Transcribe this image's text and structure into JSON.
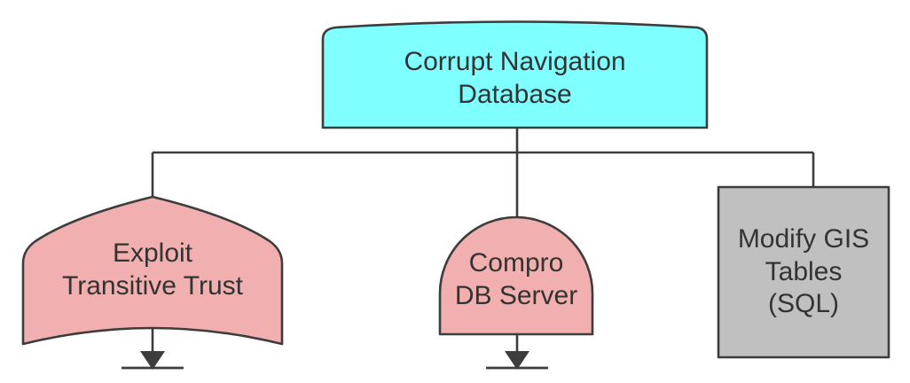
{
  "diagram": {
    "type": "attack-tree",
    "title_node": "Corrupt Navigation Database",
    "palette": {
      "root_fill": "#7FFFFF",
      "leaf_fill": "#F2AFAF",
      "box_fill": "#C0C0C0",
      "stroke": "#3D3D3D",
      "text": "#333333",
      "background": "#FFFFFF"
    },
    "nodes": [
      {
        "id": "root",
        "shape": "curved-top-banner",
        "fill": "#7FFFFF",
        "lines": [
          "Corrupt Navigation",
          "Database"
        ],
        "has_terminator": false
      },
      {
        "id": "leaf-exploit-transitive-trust",
        "shape": "bow-curved",
        "fill": "#F2AFAF",
        "lines": [
          "Exploit",
          "Transitive Trust"
        ],
        "has_terminator": true
      },
      {
        "id": "leaf-compro-db-server",
        "shape": "arch-dome",
        "fill": "#F2AFAF",
        "lines": [
          "Compro",
          "DB Server"
        ],
        "has_terminator": true
      },
      {
        "id": "leaf-modify-gis-tables",
        "shape": "rectangle",
        "fill": "#C0C0C0",
        "lines": [
          "Modify GIS",
          "Tables",
          "(SQL)"
        ],
        "has_terminator": false
      }
    ],
    "edges": [
      {
        "from": "root",
        "to": "leaf-exploit-transitive-trust"
      },
      {
        "from": "root",
        "to": "leaf-compro-db-server"
      },
      {
        "from": "root",
        "to": "leaf-modify-gis-tables"
      }
    ]
  }
}
